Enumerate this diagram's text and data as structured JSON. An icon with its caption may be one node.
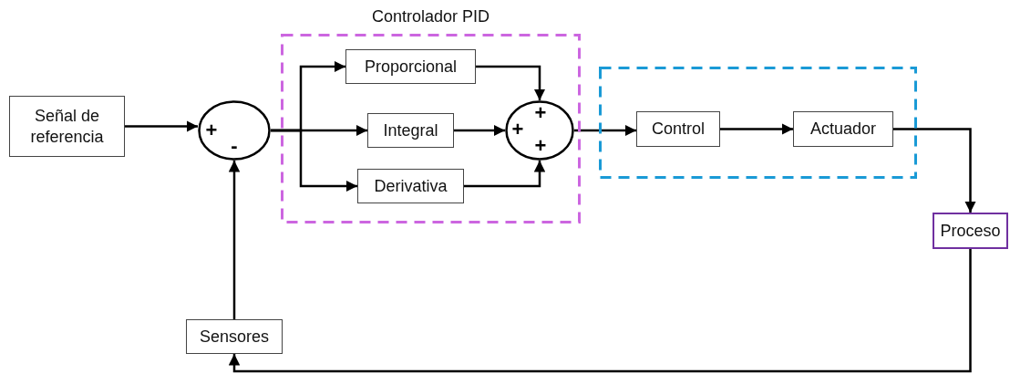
{
  "diagram": {
    "nodes": [
      {
        "text": [
          "Señal de referencia"
        ]
      },
      {
        "text": [
          "+",
          "-"
        ]
      },
      {
        "text": [
          "Controlador PID"
        ]
      },
      {
        "text": [
          "Proporcional"
        ],
        "in": 2
      },
      {
        "text": [
          "Integral"
        ],
        "in": 2
      },
      {
        "text": [
          "Derivativa"
        ],
        "in": 2
      },
      {
        "text": [
          "+",
          "+",
          "+"
        ],
        "in": 2
      },
      {
        "text": [],
        "shape": "box"
      },
      {
        "text": [
          "Control"
        ],
        "in": 7
      },
      {
        "text": [
          "Actuador"
        ],
        "in": 7
      },
      {
        "text": [
          "Proceso"
        ]
      },
      {
        "text": [
          "Sensores"
        ]
      }
    ],
    "edges": [
      {
        "from": 0,
        "to": 1,
        "arrow": "to"
      },
      {
        "from": 1,
        "to": 3,
        "arrow": "to"
      },
      {
        "from": 1,
        "to": 4,
        "arrow": "to"
      },
      {
        "from": 1,
        "to": 5,
        "arrow": "to"
      },
      {
        "from": 3,
        "to": 6,
        "arrow": "to"
      },
      {
        "from": 4,
        "to": 6,
        "arrow": "to"
      },
      {
        "from": 5,
        "to": 6,
        "arrow": "to"
      },
      {
        "from": 6,
        "to": 8,
        "arrow": "to"
      },
      {
        "from": 8,
        "to": 9,
        "arrow": "to"
      },
      {
        "from": 9,
        "to": 10,
        "arrow": "to"
      },
      {
        "from": 10,
        "to": 11,
        "arrow": "to"
      },
      {
        "from": 11,
        "to": 1,
        "arrow": "to"
      }
    ]
  }
}
